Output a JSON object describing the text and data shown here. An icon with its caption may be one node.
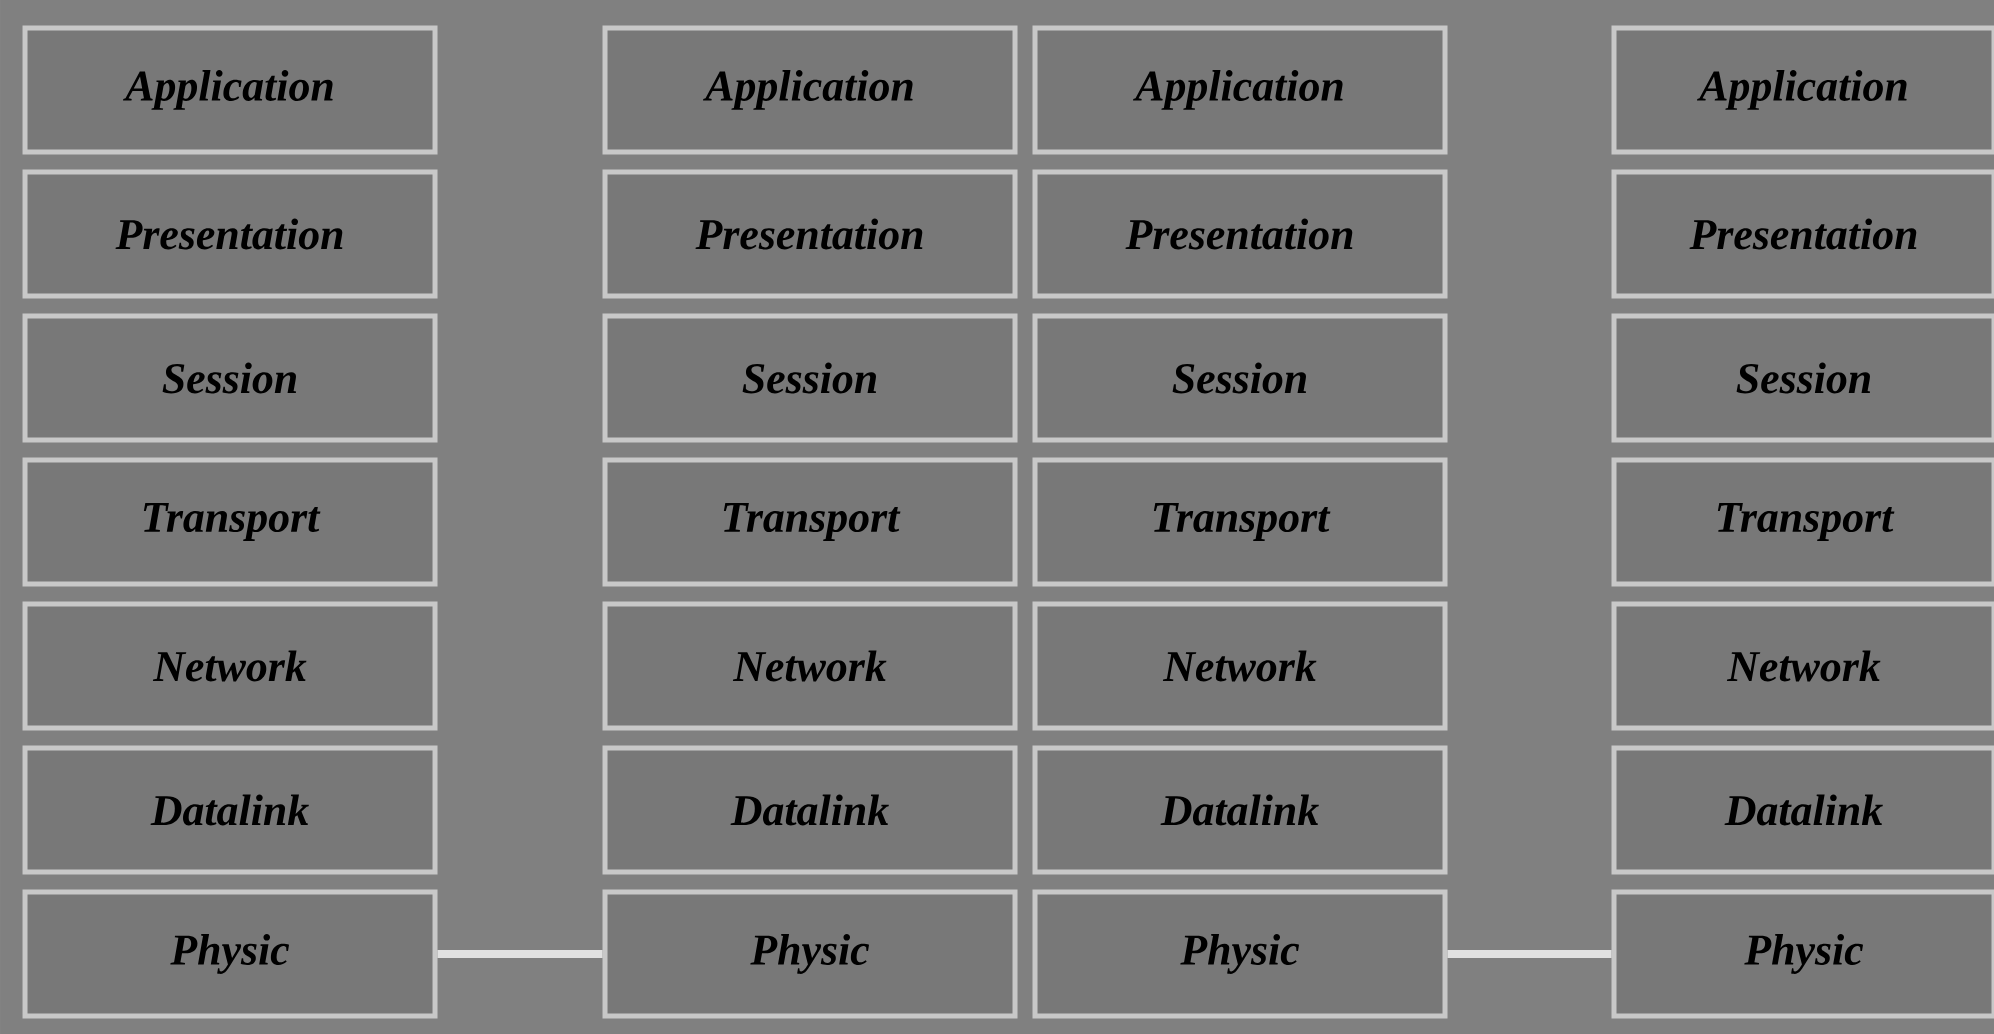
{
  "diagram": {
    "nodes": [
      {
        "text": [
          "Application"
        ]
      },
      {
        "text": [
          "Presentation"
        ]
      },
      {
        "text": [
          "Session"
        ]
      },
      {
        "text": [
          "Transport"
        ]
      },
      {
        "text": [
          "Network"
        ]
      },
      {
        "text": [
          "Datalink"
        ]
      },
      {
        "text": [
          "Physic"
        ]
      },
      {
        "text": [
          "Application"
        ]
      },
      {
        "text": [
          "Presentation"
        ]
      },
      {
        "text": [
          "Session"
        ]
      },
      {
        "text": [
          "Transport"
        ]
      },
      {
        "text": [
          "Network"
        ]
      },
      {
        "text": [
          "Datalink"
        ]
      },
      {
        "text": [
          "Physic"
        ]
      },
      {
        "text": [
          "Application"
        ]
      },
      {
        "text": [
          "Presentation"
        ]
      },
      {
        "text": [
          "Session"
        ]
      },
      {
        "text": [
          "Transport"
        ]
      },
      {
        "text": [
          "Network"
        ]
      },
      {
        "text": [
          "Datalink"
        ]
      },
      {
        "text": [
          "Physic"
        ]
      },
      {
        "text": [
          "Application"
        ]
      },
      {
        "text": [
          "Presentation"
        ]
      },
      {
        "text": [
          "Session"
        ]
      },
      {
        "text": [
          "Transport"
        ]
      },
      {
        "text": [
          "Network"
        ]
      },
      {
        "text": [
          "Datalink"
        ]
      },
      {
        "text": [
          "Physic"
        ]
      }
    ],
    "edges": [
      {
        "from": 6,
        "to": 13,
        "arrow": "none"
      },
      {
        "from": 20,
        "to": 27,
        "arrow": "none"
      }
    ]
  }
}
